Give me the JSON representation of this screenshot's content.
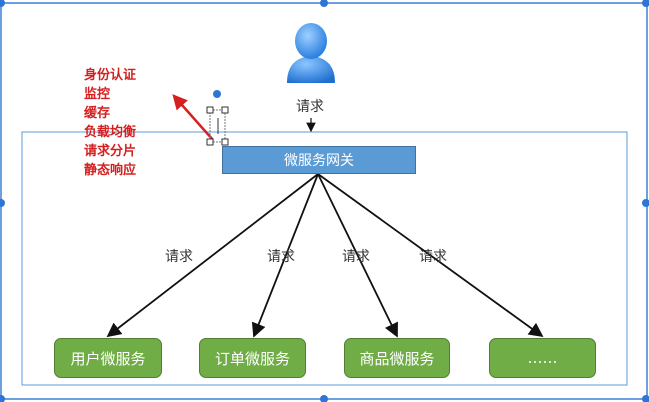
{
  "gateway": {
    "label": "微服务网关"
  },
  "top_request_label": "请求",
  "annotations": [
    "身份认证",
    "监控",
    "缓存",
    "负载均衡",
    "请求分片",
    "静态响应"
  ],
  "edges": {
    "labels": [
      "请求",
      "请求",
      "请求",
      "请求"
    ]
  },
  "services": [
    "用户微服务",
    "订单微服务",
    "商品微服务",
    "……"
  ],
  "colors": {
    "gateway_fill": "#5b9bd5",
    "service_fill": "#70ad47",
    "annotation_text": "#d42020",
    "frame_border": "#5b9bd5",
    "selection_handle": "#2e75d6"
  }
}
